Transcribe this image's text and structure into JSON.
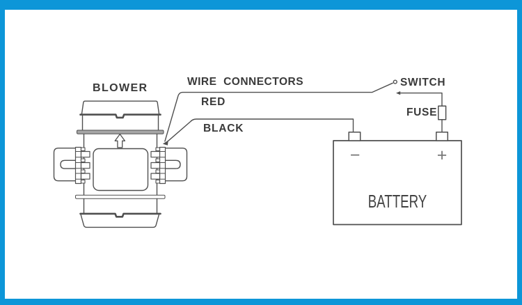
{
  "frame": {
    "border_color": "#0d96d8",
    "canvas_color": "#ffffff"
  },
  "diagram": {
    "line_color": "#4f4f4f",
    "text_color": "#3a3a3a",
    "flange_fill": "#a6a6a6",
    "labels": {
      "blower": "BLOWER",
      "wire_connectors": "WIRE  CONNECTORS",
      "red": "RED",
      "black": "BLACK",
      "switch": "SWITCH",
      "fuse": "FUSE",
      "battery": "BATTERY",
      "battery_negative": "−",
      "battery_positive": "+"
    }
  }
}
